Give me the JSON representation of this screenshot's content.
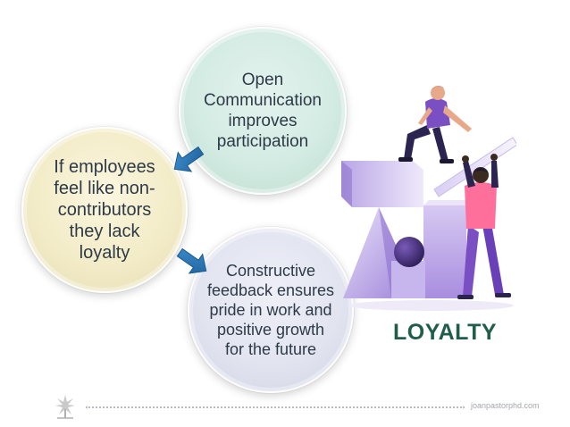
{
  "diagram": {
    "circles": {
      "top": "Open\nCommunication\nimproves\nparticipation",
      "left": "If employees\nfeel like non-\ncontributors\nthey lack\nloyalty",
      "bottom": "Constructive\nfeedback ensures\npride in work and\npositive growth\nfor the future"
    },
    "title": "LOYALTY"
  },
  "footer": {
    "website": "joanpastorphd.com"
  },
  "colors": {
    "circle_top": "#d3ebe3",
    "circle_left": "#f3ecc8",
    "circle_bottom": "#e2e4f0",
    "arrow": "#2f79b6",
    "title": "#1f5e4b",
    "illustration_purple": "#7b4fc4",
    "illustration_pink": "#ff6f9b"
  },
  "icons": [
    "arrow-down-left-icon",
    "arrow-down-right-icon",
    "teamwork-illustration",
    "footer-logo-icon"
  ]
}
